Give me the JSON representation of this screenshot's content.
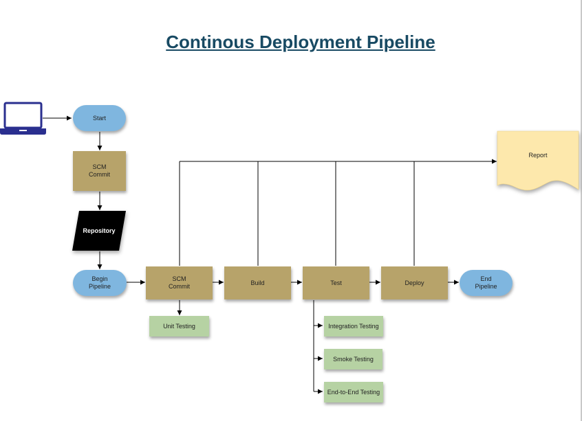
{
  "title": "Continous Deployment Pipeline",
  "colors": {
    "title": "#184a63",
    "pill": "#7fb6df",
    "stage": "#b7a36a",
    "test": "#b6d2a3",
    "report": "#fde8ac",
    "repository": "#000000",
    "laptop": "#2a2f8f"
  },
  "icons": {
    "laptop": "laptop-icon"
  },
  "nodes": {
    "start": "Start",
    "scm_commit_top": "SCM\nCommit",
    "repository": "Repository",
    "begin_pipeline": "Begin\nPipeline",
    "scm_commit": "SCM\nCommit",
    "build": "Build",
    "test": "Test",
    "deploy": "Deploy",
    "end_pipeline": "End\nPipeline",
    "report": "Report",
    "unit_testing": "Unit Testing",
    "integration_testing": "Integration Testing",
    "smoke_testing": "Smoke Testing",
    "end_to_end_testing": "End-to-End Testing"
  }
}
